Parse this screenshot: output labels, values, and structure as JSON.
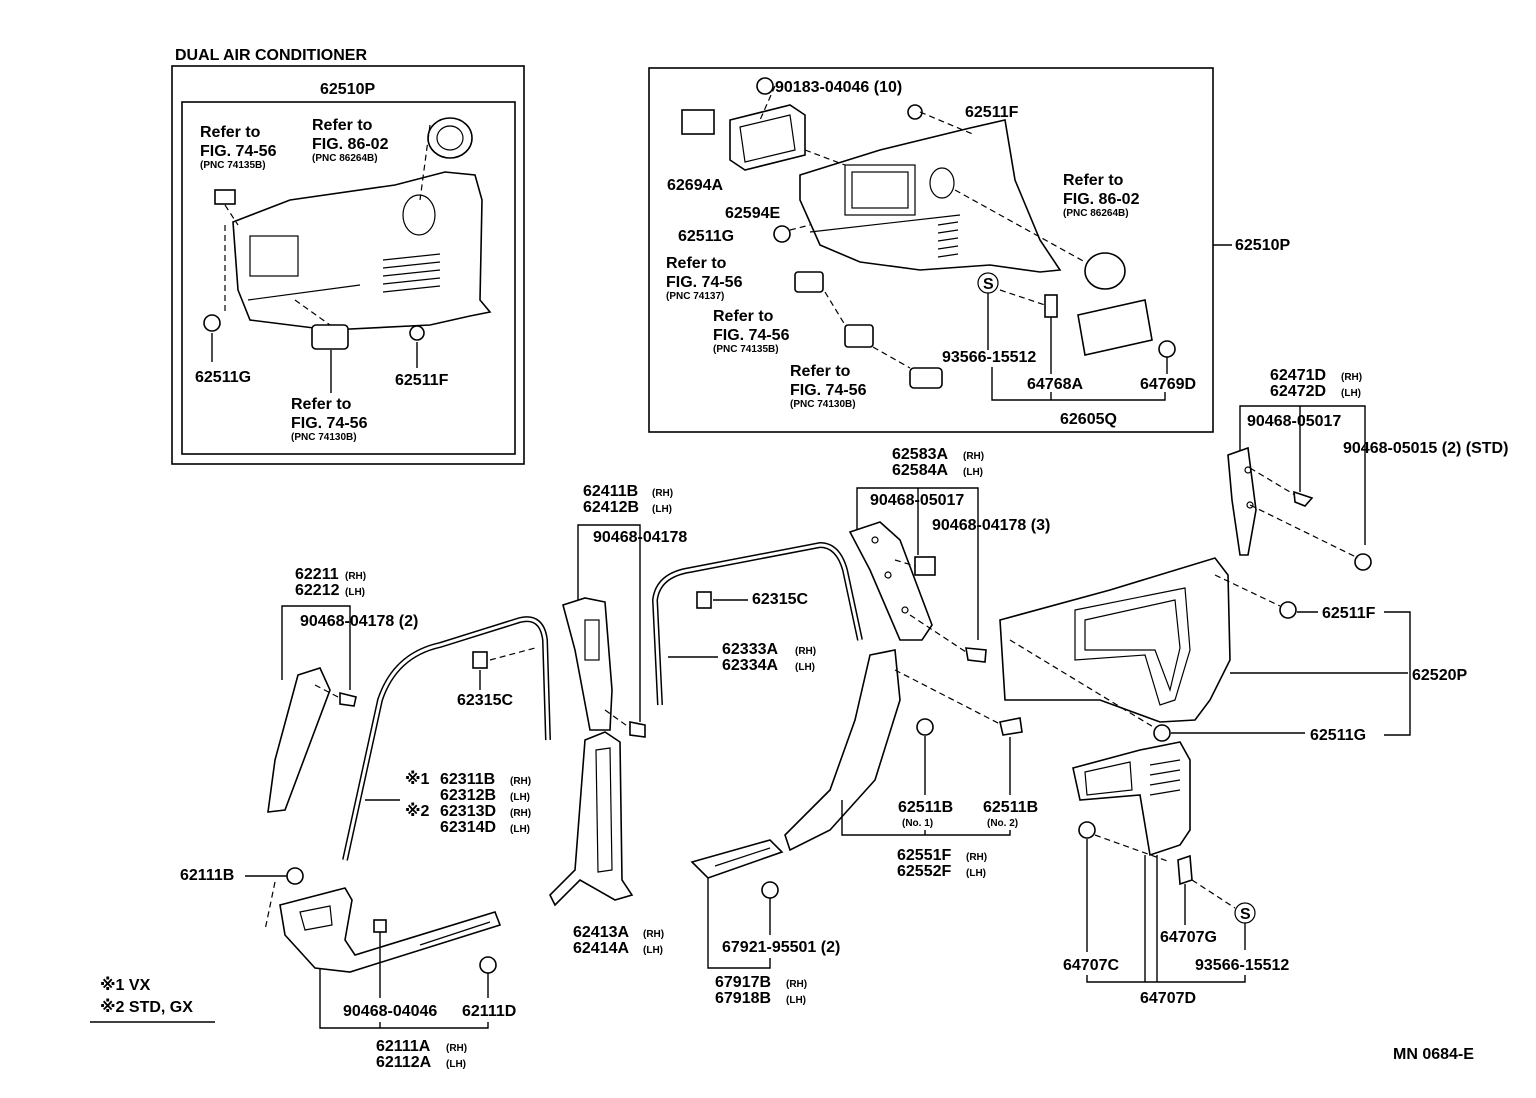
{
  "heading": "DUAL AIR CONDITIONER",
  "footer_code": "MN 0684-E",
  "legend": {
    "line1": "※1 VX",
    "line2": "※2 STD, GX"
  },
  "inset": {
    "part": "62510P",
    "ref_a": [
      "Refer to",
      "FIG. 74-56",
      "(PNC 74135B)"
    ],
    "ref_b": [
      "Refer to",
      "FIG. 86-02",
      "(PNC 86264B)"
    ],
    "ref_c": [
      "Refer to",
      "FIG. 74-56",
      "(PNC 74130B)"
    ],
    "clip_g": "62511G",
    "clip_f": "62511F"
  },
  "upper_box": {
    "fastener_nut": "90183-04046 (10)",
    "clip_f": "62511F",
    "duct": "62694A",
    "bezel": "62594E",
    "clip_g": "62511G",
    "ref_b": [
      "Refer to",
      "FIG. 86-02",
      "(PNC 86264B)"
    ],
    "trim": "62510P",
    "ref_a": [
      "Refer to",
      "FIG. 74-56",
      "(PNC 74137)"
    ],
    "ref_c": [
      "Refer to",
      "FIG. 74-56",
      "(PNC 74135B)"
    ],
    "ref_d": [
      "Refer to",
      "FIG. 74-56",
      "(PNC 74130B)"
    ],
    "screw": "93566-15512",
    "s_mark": "S",
    "bracket": "64768A",
    "clip": "64769D",
    "assembly": "62605Q"
  },
  "labels": {
    "p62471d": "62471D",
    "p62472d": "62472D",
    "p90468_05017_a": "90468-05017",
    "p90468_05015": "90468-05015 (2) (STD)",
    "p62583a": "62583A",
    "p62584a": "62584A",
    "p90468_05017_b": "90468-05017",
    "p90468_04178_3": "90468-04178 (3)",
    "p62411b": "62411B",
    "p62412b": "62412B",
    "p90468_04178_a": "90468-04178",
    "p62315c_a": "62315C",
    "p62333a": "62333A",
    "p62334a": "62334A",
    "p62511f": "62511F",
    "p62520p": "62520P",
    "p62511g": "62511G",
    "p62211": "62211",
    "p62212": "62212",
    "p90468_04178_2": "90468-04178 (2)",
    "p62315c_b": "62315C",
    "mark1": "※1",
    "mark2": "※2",
    "p62311b": "62311B",
    "p62312b": "62312B",
    "p62313d": "62313D",
    "p62314d": "62314D",
    "p62511b_1": "62511B",
    "no1": "(No. 1)",
    "p62511b_2": "62511B",
    "no2": "(No. 2)",
    "p62551f": "62551F",
    "p62552f": "62552F",
    "p62111b": "62111B",
    "p62413a": "62413A",
    "p62414a": "62414A",
    "p67921": "67921-95501 (2)",
    "p67917b": "67917B",
    "p67918b": "67918B",
    "p90468_04046": "90468-04046",
    "p62111d": "62111D",
    "p62111a": "62111A",
    "p62112a": "62112A",
    "p64707g": "64707G",
    "p64707c": "64707C",
    "p93566_15512": "93566-15512",
    "s_mark2": "S",
    "p64707d": "64707D",
    "rh": "(RH)",
    "lh": "(LH)"
  }
}
